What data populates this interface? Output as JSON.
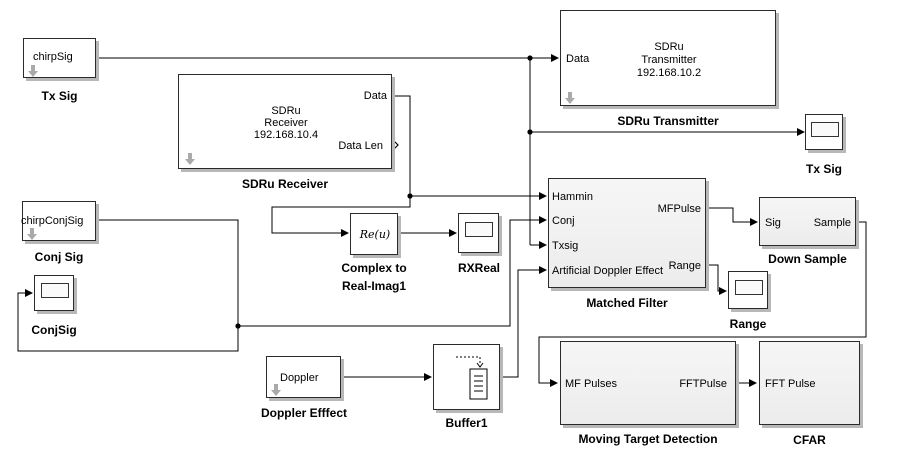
{
  "blocks": {
    "chirp_sig": {
      "port": "chirpSig",
      "label": "Tx Sig"
    },
    "sdr_transmitter": {
      "title": [
        "SDRu",
        "Transmitter",
        "192.168.10.2"
      ],
      "port_in": "Data",
      "label": "SDRu Transmitter"
    },
    "sdr_receiver": {
      "title": [
        "SDRu",
        "Receiver",
        "192.168.10.4"
      ],
      "port_data": "Data",
      "port_len": "Data Len",
      "label": "SDRu Receiver"
    },
    "tx_scope": {
      "label": "Tx Sig"
    },
    "matched_filter": {
      "in_ports": [
        "Hammin",
        "Conj",
        "Txsig",
        "Artificial Doppler Effect"
      ],
      "out_ports": [
        "MFPulse",
        "Range"
      ],
      "label": "Matched Filter"
    },
    "down_sample": {
      "port_in": "Sig",
      "port_out": "Sample",
      "label": "Down Sample"
    },
    "conj_sig": {
      "port": "chirpConjSig",
      "label": "Conj Sig"
    },
    "conj_scope": {
      "label": "ConjSig"
    },
    "complex_real": {
      "expr": "Re(u)",
      "label_line1": "Complex to",
      "label_line2": "Real-Imag1"
    },
    "rx_scope": {
      "label": "RXReal"
    },
    "range_scope": {
      "label": "Range"
    },
    "doppler": {
      "port": "Doppler",
      "label": "Doppler Efffect"
    },
    "buffer": {
      "label": "Buffer1"
    },
    "mtd": {
      "port_in": "MF Pulses",
      "port_out": "FFTPulse",
      "label": "Moving Target Detection"
    },
    "cfar": {
      "port_in": "FFT Pulse",
      "label": "CFAR"
    }
  },
  "colors": {
    "line": "#000000",
    "shadow": "#b8b8b8",
    "block_border": "#2b2b2b"
  }
}
